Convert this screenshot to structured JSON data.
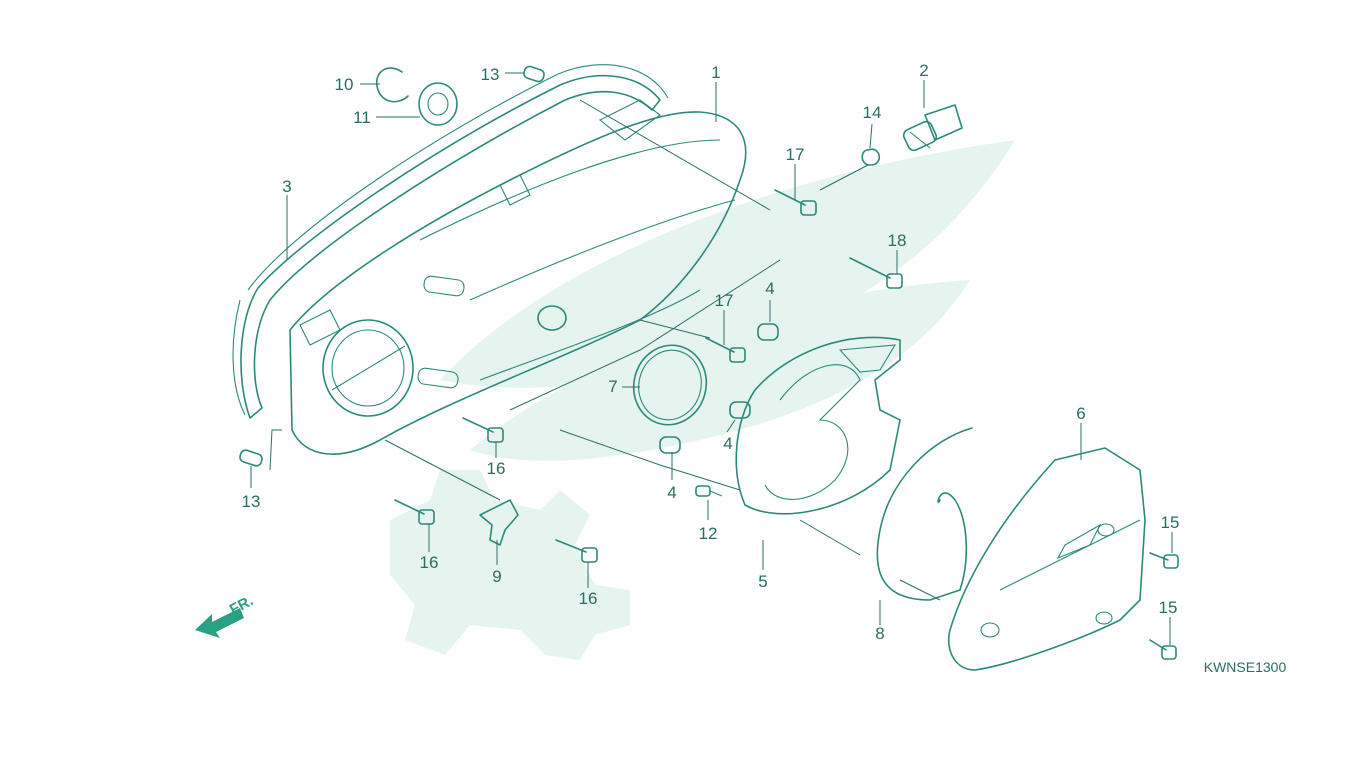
{
  "diagram_code": "KWNSE1300",
  "front_indicator": "FR.",
  "colors": {
    "line": "#2a8a7a",
    "text": "#2b6d62",
    "watermark": "#e6f4ef",
    "arrow": "#2aa184"
  },
  "callouts": [
    {
      "id": "c1",
      "label": "1"
    },
    {
      "id": "c2",
      "label": "2"
    },
    {
      "id": "c3",
      "label": "3"
    },
    {
      "id": "c4a",
      "label": "4"
    },
    {
      "id": "c4b",
      "label": "4"
    },
    {
      "id": "c4c",
      "label": "4"
    },
    {
      "id": "c5",
      "label": "5"
    },
    {
      "id": "c6",
      "label": "6"
    },
    {
      "id": "c7",
      "label": "7"
    },
    {
      "id": "c8",
      "label": "8"
    },
    {
      "id": "c9",
      "label": "9"
    },
    {
      "id": "c10",
      "label": "10"
    },
    {
      "id": "c11",
      "label": "11"
    },
    {
      "id": "c12",
      "label": "12"
    },
    {
      "id": "c13a",
      "label": "13"
    },
    {
      "id": "c13b",
      "label": "13"
    },
    {
      "id": "c14",
      "label": "14"
    },
    {
      "id": "c15a",
      "label": "15"
    },
    {
      "id": "c15b",
      "label": "15"
    },
    {
      "id": "c16a",
      "label": "16"
    },
    {
      "id": "c16b",
      "label": "16"
    },
    {
      "id": "c16c",
      "label": "16"
    },
    {
      "id": "c17a",
      "label": "17"
    },
    {
      "id": "c17b",
      "label": "17"
    },
    {
      "id": "c18",
      "label": "18"
    }
  ]
}
